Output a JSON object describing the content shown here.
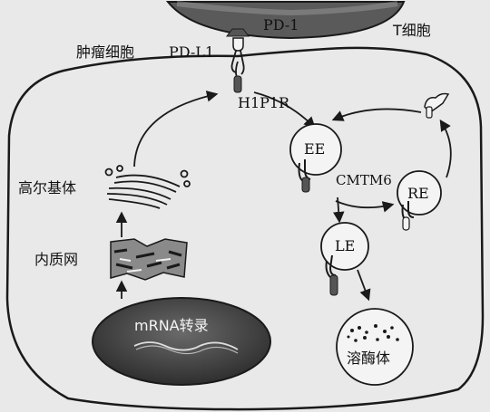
{
  "labels": {
    "pd1": "PD-1",
    "t_cell": "T细胞",
    "tumor_cell": "肿瘤细胞",
    "pdl1": "PD-L1",
    "hip1r": "H1P1R",
    "golgi": "高尔基体",
    "er": "内质网",
    "mrna": "mRNA转录",
    "ee": "EE",
    "cmtm6": "CMTM6",
    "re": "RE",
    "le": "LE",
    "lysosome": "溶酶体"
  },
  "colors": {
    "background": "#e9e9e9",
    "t_cell_fill": "#5a5a5a",
    "outline": "#1a1a1a",
    "nucleus_fill": "#4a4a4a",
    "vesicle_fill": "#f4f4f4",
    "receptor_dark": "#555555"
  }
}
